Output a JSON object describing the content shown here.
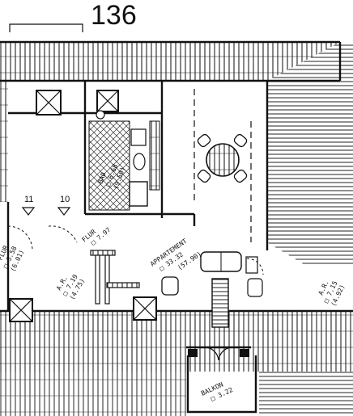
{
  "plan": {
    "page_number": "136",
    "markers": [
      "11",
      "10"
    ],
    "rooms": {
      "bad": {
        "name": "BAD",
        "area": "□ 6.68",
        "area_alt": "(9.50)"
      },
      "flur_left": {
        "name": "FLUR",
        "area": "□ 3.58",
        "area_alt": "(6.01)"
      },
      "flur_center": {
        "name": "FLUR",
        "area": "□ 7.97"
      },
      "ar_left": {
        "name": "A.R.",
        "area": "□ 7.19",
        "area_alt": "(4.75)"
      },
      "appartement": {
        "name": "APPARTEMENT",
        "area": "□ 33.32",
        "area_alt": "(57.90)"
      },
      "ar_right": {
        "name": "A.R.",
        "area": "□ 7.15",
        "area_alt": "(4.92)"
      },
      "balkon": {
        "name": "BALKON",
        "area": "□ 3.22"
      }
    }
  }
}
